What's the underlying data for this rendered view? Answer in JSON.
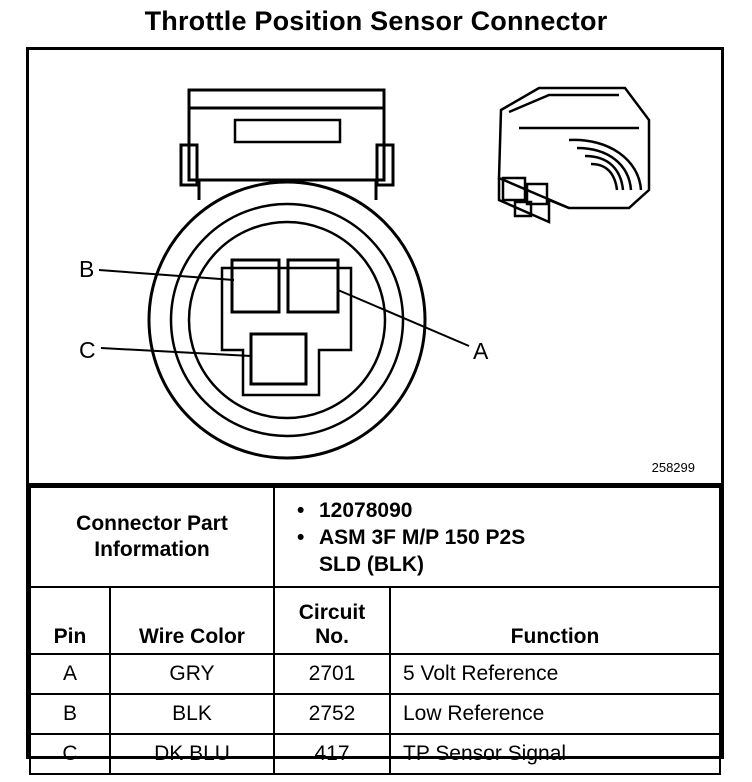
{
  "title": "Throttle Position Sensor Connector",
  "figure_number": "258299",
  "pin_labels": {
    "a": "A",
    "b": "B",
    "c": "C"
  },
  "connector_part_info": {
    "label_line1": "Connector Part",
    "label_line2": "Information",
    "items": [
      "12078090",
      "ASM 3F M/P 150 P2S",
      "SLD (BLK)"
    ]
  },
  "table": {
    "headers": {
      "pin": "Pin",
      "wire_color": "Wire Color",
      "circuit_line1": "Circuit",
      "circuit_line2": "No.",
      "function": "Function"
    },
    "rows": [
      {
        "pin": "A",
        "wire_color": "GRY",
        "circuit": "2701",
        "function": "5 Volt Reference"
      },
      {
        "pin": "B",
        "wire_color": "BLK",
        "circuit": "2752",
        "function": "Low Reference"
      },
      {
        "pin": "C",
        "wire_color": "DK BLU",
        "circuit": "417",
        "function": "TP Sensor Signal"
      }
    ]
  }
}
